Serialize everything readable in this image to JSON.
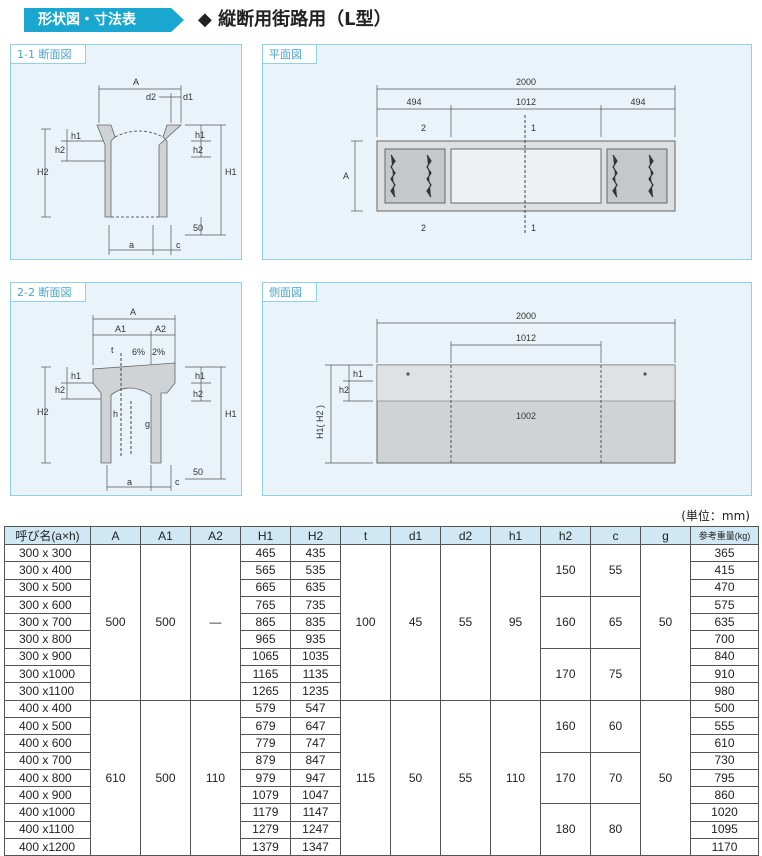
{
  "header": {
    "badge": "形状図・寸法表",
    "title": "◆ 縦断用街路用（L型）"
  },
  "panels": {
    "p1": {
      "label": "1-1 断面図",
      "A": "A",
      "d2": "d2",
      "d1": "d1",
      "h1": "h1",
      "h2": "h2",
      "H2": "H2",
      "H1": "H1",
      "c": "c",
      "a": "a",
      "fifty": "50"
    },
    "p2": {
      "label": "平面図",
      "total": "2000",
      "left": "494",
      "mid": "1012",
      "right": "494",
      "mark2": "2",
      "mark1": "1",
      "A": "A"
    },
    "p3": {
      "label": "2-2 断面図",
      "A": "A",
      "A1": "A1",
      "A2": "A2",
      "t": "t",
      "s6": "6%",
      "s2": "2%",
      "h1": "h1",
      "h2": "h2",
      "H2": "H2",
      "H1": "H1",
      "h": "h",
      "g": "g",
      "a": "a",
      "c": "c",
      "fifty": "50"
    },
    "p4": {
      "label": "側面図",
      "total": "2000",
      "top": "1012",
      "bottom": "1002",
      "h1": "h1",
      "h2": "h2",
      "H": "H1( H2 )"
    }
  },
  "unit": "(単位：mm)",
  "table": {
    "headers": [
      "呼び名(a×h)",
      "A",
      "A1",
      "A2",
      "H1",
      "H2",
      "t",
      "d1",
      "d2",
      "h1",
      "h2",
      "c",
      "g",
      "参考重量(kg)"
    ],
    "groupA": {
      "A": "500",
      "A1": "500",
      "A2": "—",
      "t": "100",
      "d1": "45",
      "d2": "55",
      "h1": "95",
      "g": "50",
      "sub": [
        {
          "h2": "150",
          "c": "55"
        },
        {
          "h2": "160",
          "c": "65"
        },
        {
          "h2": "170",
          "c": "75"
        }
      ],
      "rows": [
        [
          "300 x 300",
          "465",
          "435",
          "365"
        ],
        [
          "300 x 400",
          "565",
          "535",
          "415"
        ],
        [
          "300 x 500",
          "665",
          "635",
          "470"
        ],
        [
          "300 x 600",
          "765",
          "735",
          "575"
        ],
        [
          "300 x 700",
          "865",
          "835",
          "635"
        ],
        [
          "300 x 800",
          "965",
          "935",
          "700"
        ],
        [
          "300 x 900",
          "1065",
          "1035",
          "840"
        ],
        [
          "300 x1000",
          "1165",
          "1135",
          "910"
        ],
        [
          "300 x1100",
          "1265",
          "1235",
          "980"
        ]
      ]
    },
    "groupB": {
      "A": "610",
      "A1": "500",
      "A2": "110",
      "t": "115",
      "d1": "50",
      "d2": "55",
      "h1": "110",
      "g": "50",
      "sub": [
        {
          "h2": "160",
          "c": "60"
        },
        {
          "h2": "170",
          "c": "70"
        },
        {
          "h2": "180",
          "c": "80"
        }
      ],
      "rows": [
        [
          "400 x 400",
          "579",
          "547",
          "500"
        ],
        [
          "400 x 500",
          "679",
          "647",
          "555"
        ],
        [
          "400 x 600",
          "779",
          "747",
          "610"
        ],
        [
          "400 x 700",
          "879",
          "847",
          "730"
        ],
        [
          "400 x 800",
          "979",
          "947",
          "795"
        ],
        [
          "400 x 900",
          "1079",
          "1047",
          "860"
        ],
        [
          "400 x1000",
          "1179",
          "1147",
          "1020"
        ],
        [
          "400 x1100",
          "1279",
          "1247",
          "1095"
        ],
        [
          "400 x1200",
          "1379",
          "1347",
          "1170"
        ]
      ]
    }
  }
}
